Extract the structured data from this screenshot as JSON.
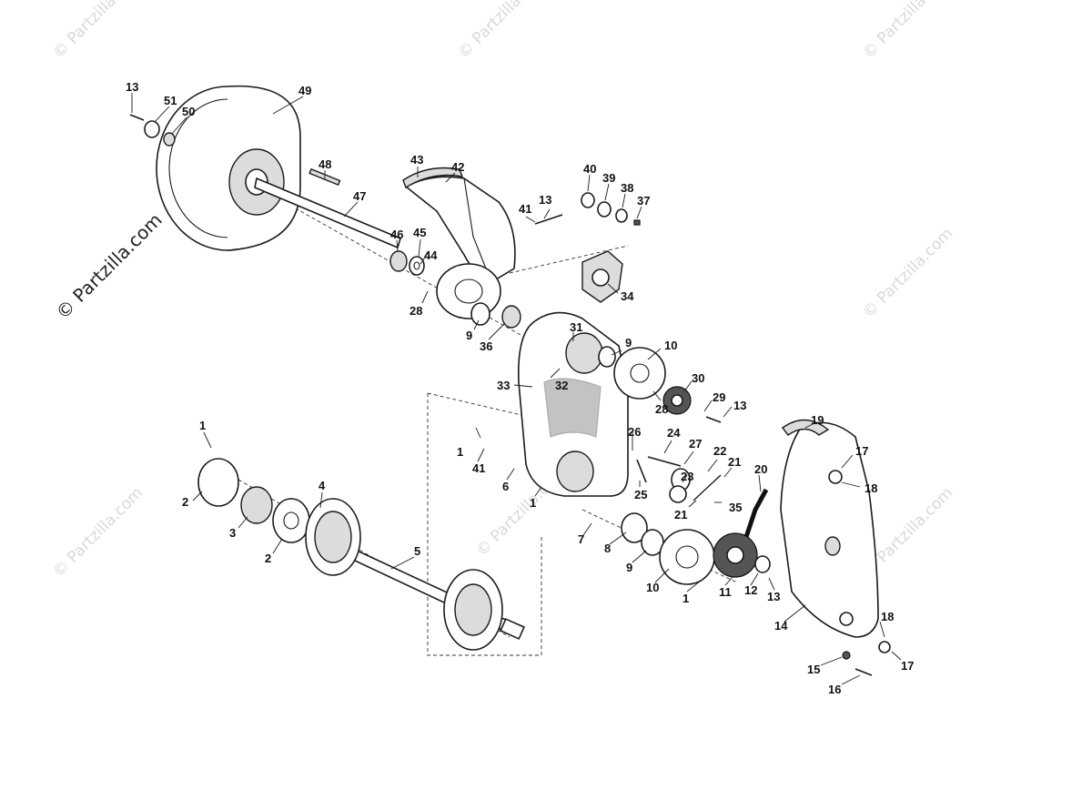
{
  "watermarks": {
    "main": "© Partzilla.com",
    "tile": "© Partzilla.com"
  },
  "callouts": {
    "c1a": "1",
    "c1b": "1",
    "c1c": "1",
    "c1d": "1",
    "c2a": "2",
    "c2b": "2",
    "c3": "3",
    "c4": "4",
    "c5": "5",
    "c6": "6",
    "c7": "7",
    "c8": "8",
    "c9a": "9",
    "c9b": "9",
    "c9c": "9",
    "c10a": "10",
    "c10b": "10",
    "c11": "11",
    "c12": "12",
    "c13a": "13",
    "c13b": "13",
    "c13c": "13",
    "c13d": "13",
    "c14": "14",
    "c15": "15",
    "c16": "16",
    "c17a": "17",
    "c17b": "17",
    "c18a": "18",
    "c18b": "18",
    "c19": "19",
    "c20": "20",
    "c21a": "21",
    "c21b": "21",
    "c22": "22",
    "c23": "23",
    "c24": "24",
    "c25": "25",
    "c26": "26",
    "c27": "27",
    "c28a": "28",
    "c28b": "28",
    "c29": "29",
    "c30": "30",
    "c31": "31",
    "c32": "32",
    "c33": "33",
    "c34": "34",
    "c35": "35",
    "c36": "36",
    "c37": "37",
    "c38": "38",
    "c39": "39",
    "c40": "40",
    "c41a": "41",
    "c41b": "41",
    "c42": "42",
    "c43": "43",
    "c44": "44",
    "c45": "45",
    "c46": "46",
    "c47": "47",
    "c48": "48",
    "c49": "49",
    "c50": "50",
    "c51": "51"
  }
}
